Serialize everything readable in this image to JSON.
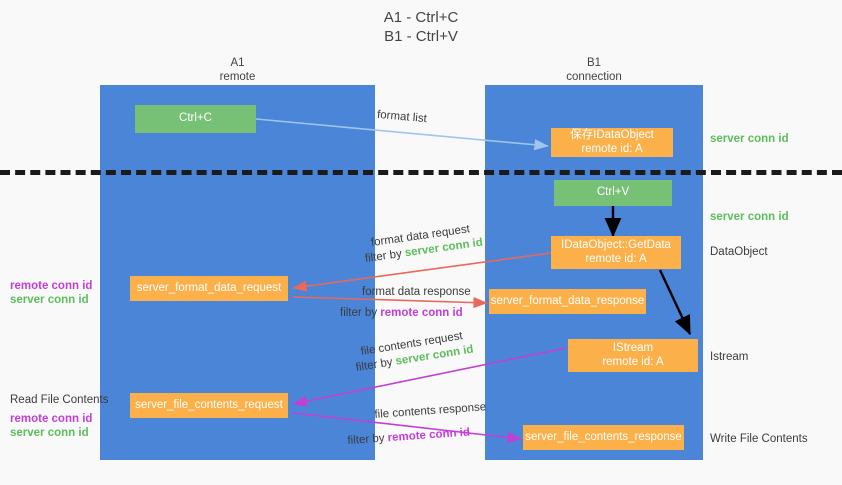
{
  "title": {
    "line1": "A1 - Ctrl+C",
    "line2": "B1 - Ctrl+V"
  },
  "columns": [
    {
      "name": "A1",
      "sub": "remote"
    },
    {
      "name": "B1",
      "sub": "connection"
    }
  ],
  "colors": {
    "lane": "#4a85d8",
    "green_box": "#77c176",
    "orange_box": "#fbb04a",
    "server_conn_id": "#5cbd5c",
    "remote_conn_id": "#c23fd6",
    "divider": "#1b1b1b",
    "arrow_blue": "#9fc5ef",
    "arrow_red": "#e8695c",
    "arrow_magenta": "#c23fd6",
    "arrow_black": "#000000",
    "background": "#f9f9f9"
  },
  "boxes": {
    "ctrl_c": {
      "line1": "Ctrl+C",
      "line2": ""
    },
    "save_idataobject": {
      "line1": "保存IDataObject",
      "line2": "remote id: A"
    },
    "ctrl_v": {
      "line1": "Ctrl+V",
      "line2": ""
    },
    "getdata": {
      "line1": "IDataObject::GetData",
      "line2": "remote id: A"
    },
    "format_data_request": {
      "line1": "server_format_data_request",
      "line2": ""
    },
    "format_data_response": {
      "line1": "server_format_data_response",
      "line2": ""
    },
    "istream": {
      "line1": "IStream",
      "line2": "remote id: A"
    },
    "file_contents_request": {
      "line1": "server_file_contents_request",
      "line2": ""
    },
    "file_contents_response": {
      "line1": "server_file_contents_response",
      "line2": ""
    }
  },
  "labels": {
    "format_list": "format list",
    "server_conn_id_top": "server conn id",
    "server_conn_id_mid": "server conn id",
    "dataobject": "DataObject",
    "istream": "Istream",
    "write_file_contents": "Write File Contents",
    "read_file_contents": "Read File Contents",
    "format_data_request": "format data request",
    "format_data_response": "format data response",
    "file_contents_request": "file contents request",
    "file_contents_response": "file contents response",
    "filter_by": "filter by",
    "server_conn_id": "server conn id",
    "remote_conn_id": "remote conn id"
  }
}
